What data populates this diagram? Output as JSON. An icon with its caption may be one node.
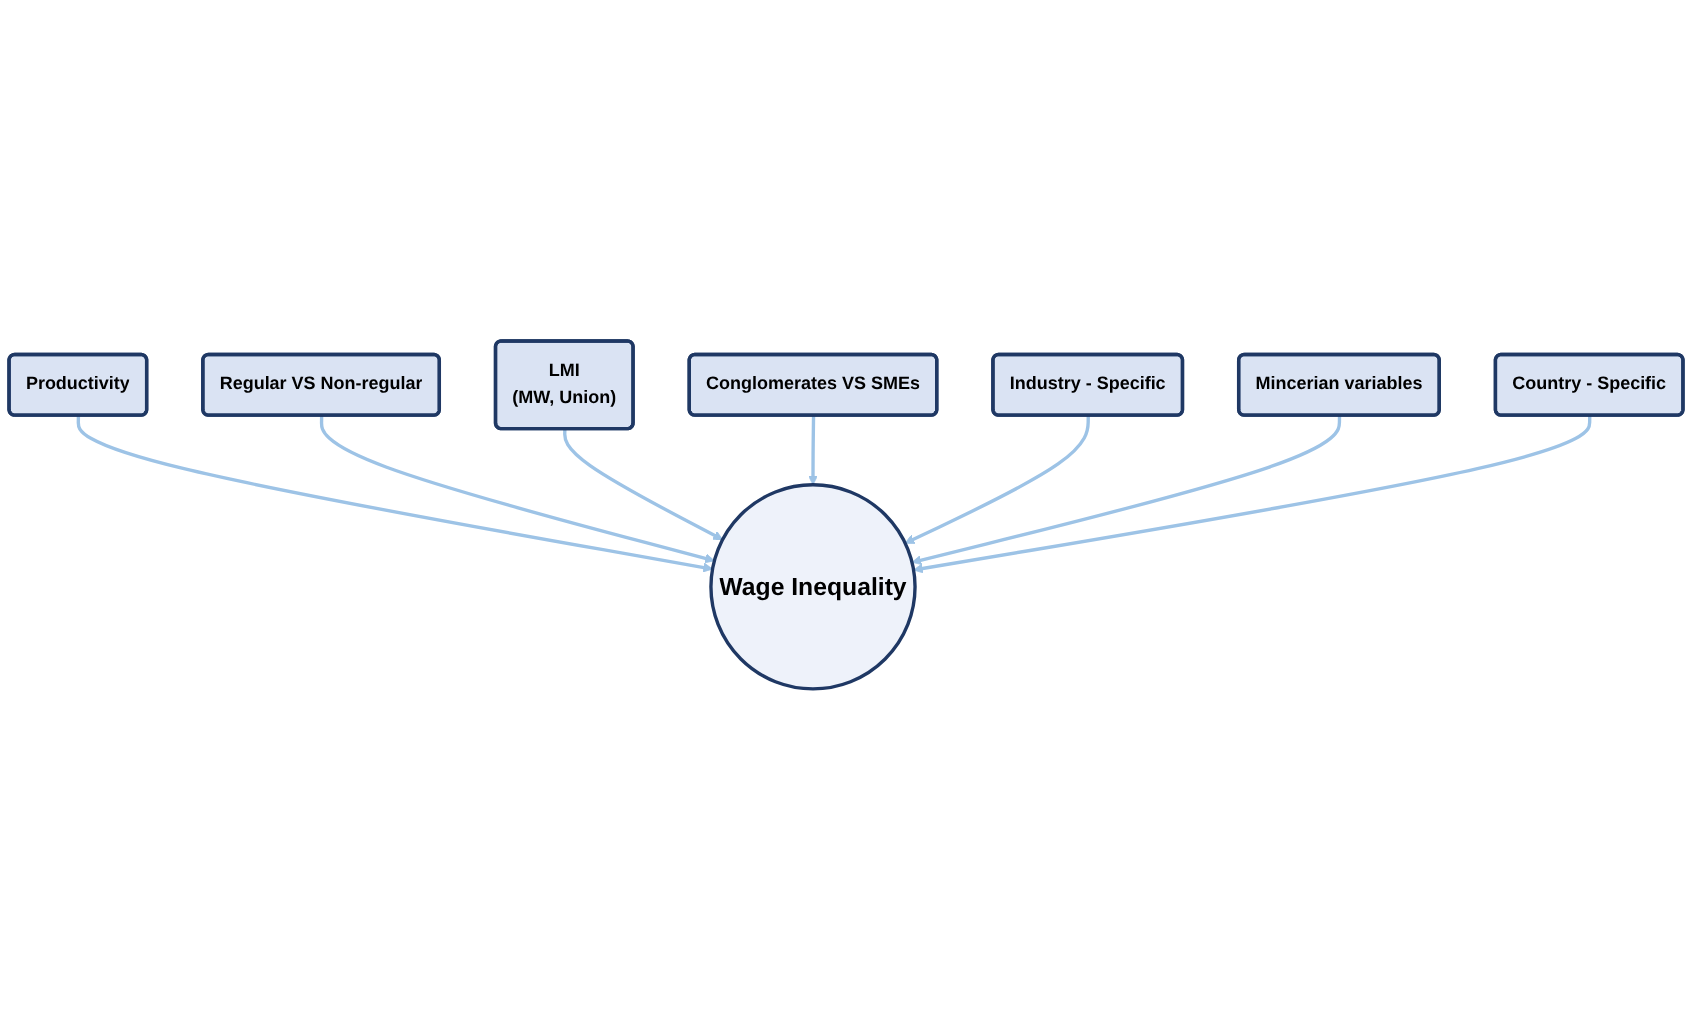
{
  "diagram": {
    "nodes": [
      {
        "text": [
          "Regular VS Non-regular"
        ]
      },
      {
        "text": [
          "Productivity"
        ]
      },
      {
        "text": [
          "LMI",
          "(MW, Union)"
        ]
      },
      {
        "text": [
          "Conglomerates VS SMEs"
        ]
      },
      {
        "text": [
          "Industry - Specific"
        ]
      },
      {
        "text": [
          "Wage Inequality"
        ]
      },
      {
        "text": [
          "Mincerian variables"
        ]
      },
      {
        "text": [
          "Country - Specific"
        ]
      }
    ],
    "edges": [
      {
        "from": 1,
        "to": 5,
        "arrow": "to",
        "color": "#9dc3e6"
      },
      {
        "from": 0,
        "to": 5,
        "arrow": "to",
        "color": "#9dc3e6"
      },
      {
        "from": 2,
        "to": 5,
        "arrow": "to",
        "color": "#9dc3e6"
      },
      {
        "from": 3,
        "to": 5,
        "arrow": "to",
        "color": "#9dc3e6"
      },
      {
        "from": 4,
        "to": 5,
        "arrow": "to",
        "color": "#9dc3e6"
      },
      {
        "from": 6,
        "to": 5,
        "arrow": "to",
        "color": "#9dc3e6"
      },
      {
        "from": 7,
        "to": 5,
        "arrow": "to",
        "color": "#9dc3e6"
      }
    ]
  }
}
